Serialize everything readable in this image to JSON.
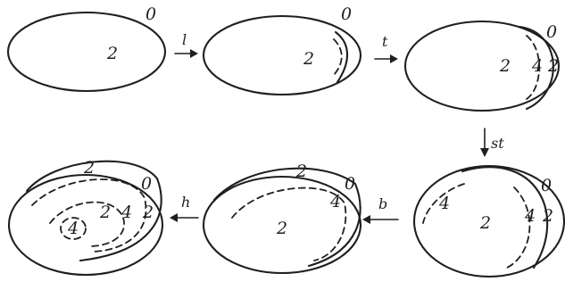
{
  "panels": [
    {
      "labels": {
        "outer": "0",
        "inner": "2"
      }
    },
    {
      "labels": {
        "outer": "0",
        "inner": "2"
      }
    },
    {
      "labels": {
        "outer": "0",
        "inner": "2",
        "fold": "4",
        "edge": "2"
      }
    },
    {
      "labels": {
        "outer": "0",
        "inner": "2",
        "fold_top": "4",
        "fold_right": "4",
        "edge": "2"
      }
    },
    {
      "labels": {
        "outer": "0",
        "inner": "2",
        "top": "2",
        "fold": "4"
      }
    },
    {
      "labels": {
        "outer": "0",
        "inner": "2",
        "top": "2",
        "fold": "4",
        "edge": "2",
        "center": "4"
      }
    }
  ],
  "operations": [
    "l",
    "t",
    "st",
    "b",
    "h"
  ]
}
